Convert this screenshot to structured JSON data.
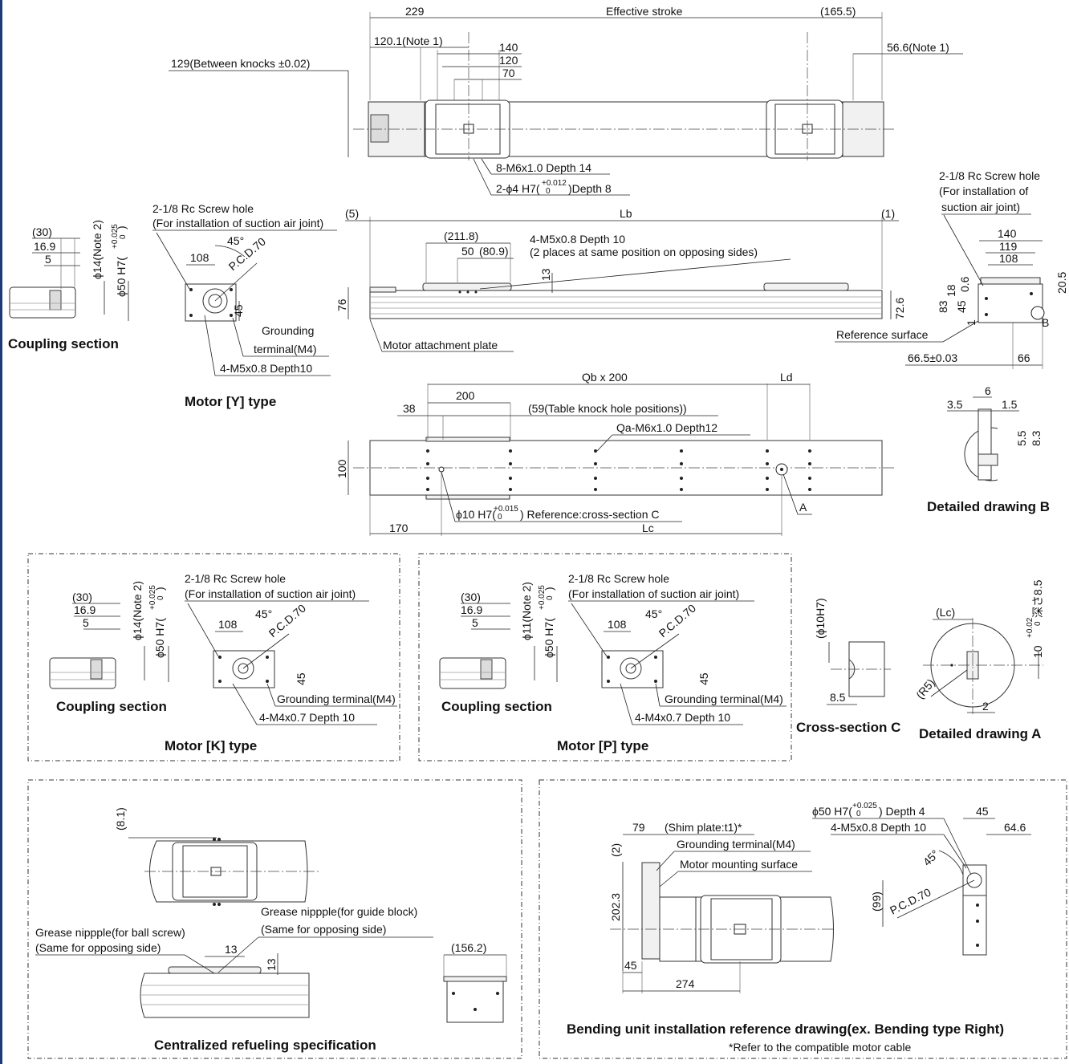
{
  "top_view": {
    "dims": {
      "d229": "229",
      "effective_stroke": "Effective stroke",
      "d165_5": "(165.5)",
      "d120_1": "120.1(Note 1)",
      "d140": "140",
      "d120": "120",
      "d70": "70",
      "d56_6": "56.6(Note 1)",
      "between_knocks": "129(Between knocks ±0.02)"
    },
    "notes": {
      "m6": "8-M6x1.0 Depth 14",
      "phi4_pre": "2-ϕ4 H7(",
      "tol_plus": "+0.012",
      "tol_zero": "0",
      "phi4_post": ")Depth 8"
    }
  },
  "side_view": {
    "d5": "(5)",
    "lb": "Lb",
    "d1": "(1)",
    "d211_8": "(211.8)",
    "d50": "50",
    "d80_9": "(80.9)",
    "m5_note1": "4-M5x0.8 Depth 10",
    "m5_note2": "(2 places at same position on opposing sides)",
    "d13": "13",
    "d76": "76",
    "d72_6": "72.6",
    "motor_plate": "Motor attachment plate"
  },
  "bottom_view": {
    "qb": "Qb x 200",
    "ld": "Ld",
    "d200": "200",
    "d38": "38",
    "knock_positions": "(59(Table knock hole positions))",
    "qa": "Qa-M6x1.0 Depth12",
    "d100": "100",
    "ref_pre": "ϕ10 H7(",
    "tol_plus": "+0.015",
    "tol_zero": "0",
    "ref_post": ") Reference:cross-section C",
    "d170": "170",
    "lc": "Lc",
    "a": "A"
  },
  "coupling_y": {
    "d30": "(30)",
    "d16_9": "16.9",
    "d5": "5",
    "phi14": "ϕ14(Note 2)",
    "phi50": "ϕ50 H7(",
    "tol_plus": "+0.025",
    "tol_zero": "0",
    "close": ")",
    "caption": "Coupling section"
  },
  "motor_y": {
    "screw_hole": "2-1/8 Rc Screw hole",
    "screw_hole2": "(For installation of suction air joint)",
    "d45deg": "45°",
    "pcd": "P.C.D.70",
    "d108": "108",
    "d45": "45",
    "ground1": "Grounding",
    "ground2": "terminal(M4)",
    "m5": "4-M5x0.8 Depth10",
    "caption": "Motor [Y] type"
  },
  "end_view": {
    "screw_hole": "2-1/8 Rc Screw hole",
    "screw_hole2": "(For installation of",
    "screw_hole3": "suction air joint)",
    "d140": "140",
    "d119": "119",
    "d108": "108",
    "d18": "18",
    "d0_6": "0.6",
    "d20_5": "20.5",
    "d83": "83",
    "d45": "45",
    "d1": "1",
    "b": "B",
    "ref_surface": "Reference surface",
    "d66_5": "66.5±0.03",
    "d66": "66"
  },
  "detail_b": {
    "d3_5": "3.5",
    "d6": "6",
    "d1_5": "1.5",
    "d5_5": "5.5",
    "d8_3": "8.3",
    "caption": "Detailed drawing B"
  },
  "motor_k": {
    "d30": "(30)",
    "d16_9": "16.9",
    "d5": "5",
    "phi14": "ϕ14(Note 2)",
    "phi50": "ϕ50 H7(",
    "tol_plus": "+0.025",
    "tol_zero": "0",
    "close": ")",
    "screw_hole": "2-1/8 Rc Screw hole",
    "screw_hole2": "(For installation of suction air joint)",
    "d45deg": "45°",
    "pcd": "P.C.D.70",
    "d108": "108",
    "d45": "45",
    "ground": "Grounding terminal(M4)",
    "m4": "4-M4x0.7 Depth 10",
    "coupling_caption": "Coupling section",
    "caption": "Motor [K] type"
  },
  "motor_p": {
    "d30": "(30)",
    "d16_9": "16.9",
    "d5": "5",
    "phi11": "ϕ11(Note 2)",
    "phi50": "ϕ50 H7(",
    "tol_plus": "+0.025",
    "tol_zero": "0",
    "close": ")",
    "screw_hole": "2-1/8 Rc Screw hole",
    "screw_hole2": "(For installation of suction air joint)",
    "d45deg": "45°",
    "pcd": "P.C.D.70",
    "d108": "108",
    "d45": "45",
    "ground": "Grounding terminal(M4)",
    "m4": "4-M4x0.7 Depth 10",
    "coupling_caption": "Coupling section",
    "caption": "Motor [P] type"
  },
  "cross_c": {
    "phi10": "(ϕ10H7)",
    "d8_5": "8.5",
    "caption": "Cross-section C"
  },
  "detail_a": {
    "lc": "(Lc)",
    "r5": "(R5)",
    "d2": "2",
    "depth": "10",
    "tol_plus": "+0.02",
    "tol_zero": "0",
    "depth_jp": "深さ8.5",
    "caption": "Detailed drawing A"
  },
  "refuel": {
    "d8_1": "(8.1)",
    "grease_guide": "Grease nippple(for guide block)",
    "opposing1": "(Same for opposing side)",
    "grease_screw": "Grease nippple(for ball screw)",
    "opposing2": "(Same for opposing side)",
    "d13a": "13",
    "d13b": "13",
    "d156_2": "(156.2)",
    "caption": "Centralized refueling specification"
  },
  "bending": {
    "d79": "79",
    "shim": "(Shim plate:t1)*",
    "ground": "Grounding terminal(M4)",
    "mount": "Motor mounting surface",
    "d2": "(2)",
    "d202_3": "202.3",
    "d45": "45",
    "d274": "274",
    "phi50": "ϕ50 H7(",
    "tol_plus": "+0.025",
    "tol_zero": "0",
    "phi50_post": ") Depth 4",
    "m5": "4-M5x0.8 Depth 10",
    "d45b": "45",
    "d64_6": "64.6",
    "d45deg": "45°",
    "d99": "(99)",
    "pcd": "P.C.D.70",
    "caption": "Bending unit installation reference drawing(ex. Bending type Right)",
    "footnote": "*Refer to the compatible motor cable"
  }
}
